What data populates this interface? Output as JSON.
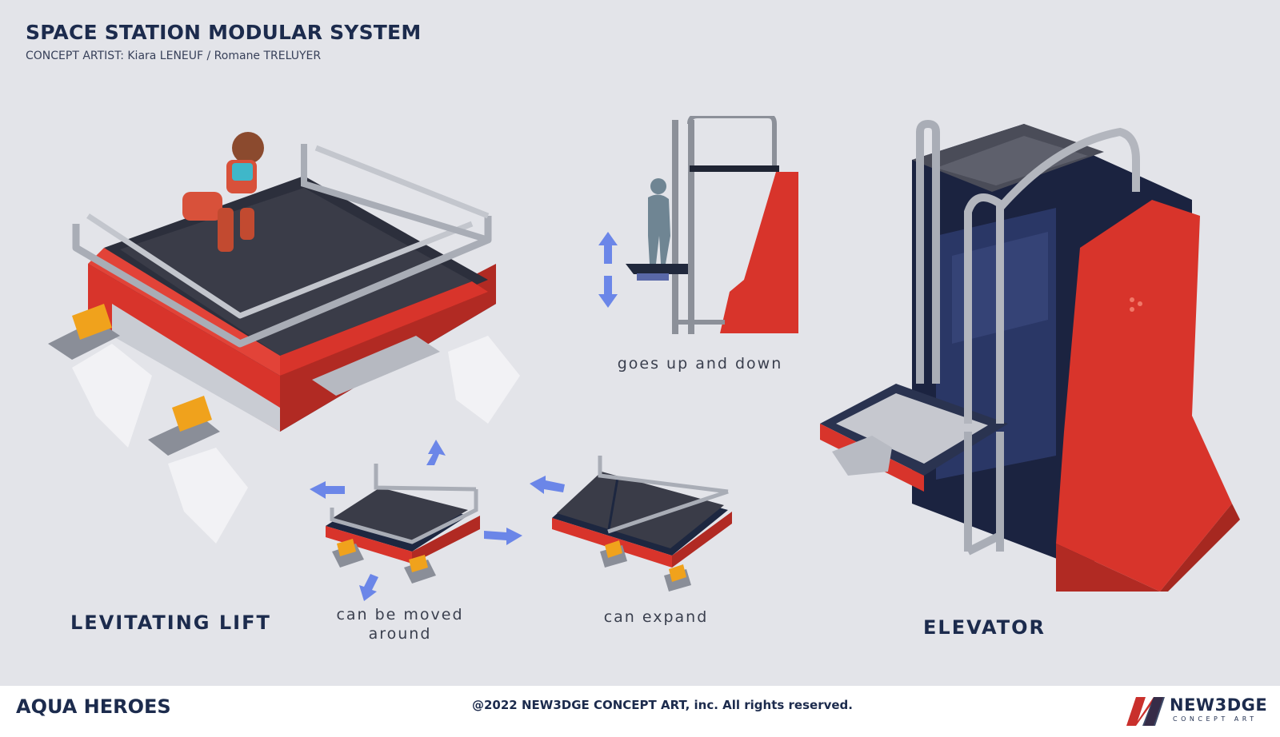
{
  "header": {
    "title": "SPACE STATION MODULAR SYSTEM",
    "credit": "CONCEPT ARTIST: Kiara LENEUF / Romane TRELUYER"
  },
  "sections": {
    "lift_heading": "LEVITATING LIFT",
    "elevator_heading": "ELEVATOR",
    "caption_up_down": "goes up and down",
    "caption_moved_1": "can be moved",
    "caption_moved_2": "around",
    "caption_expand": "can expand"
  },
  "footer": {
    "project": "AQUA HEROES",
    "copyright": "@2022 NEW3DGE CONCEPT ART, inc. All rights reserved.",
    "logo_word": "NEW3DGE",
    "logo_sub": "CONCEPT ART"
  },
  "colors": {
    "background": "#e3e4e9",
    "accent_red": "#d8342b",
    "navy": "#1c2b4d",
    "arrow_blue": "#6b86e8",
    "metal": "#a9adb6"
  }
}
